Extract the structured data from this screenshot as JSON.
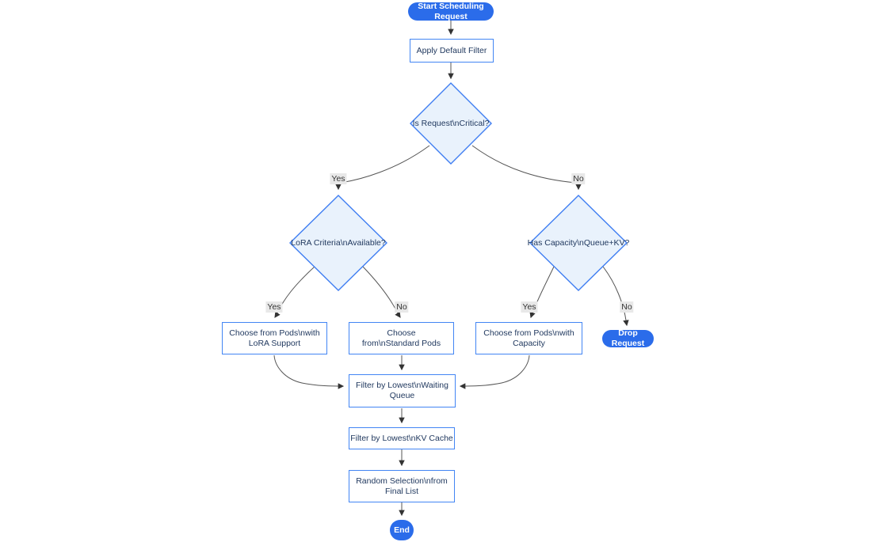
{
  "diagram": {
    "type": "flowchart",
    "colors": {
      "terminal_fill": "#2b6cea",
      "terminal_text": "#ffffff",
      "node_fill": "#ffffff",
      "node_border": "#4285f4",
      "decision_fill": "#e9f2fc",
      "decision_border": "#3f7ef2",
      "text": "#21395f",
      "edge_line": "#555555",
      "edge_label_bg": "#e8e8e8",
      "background": "#ffffff"
    },
    "nodes": {
      "start": {
        "label": "Start Scheduling Request",
        "shape": "stadium"
      },
      "apply_filter": {
        "label": "Apply Default Filter",
        "shape": "rect"
      },
      "is_critical": {
        "label": "Is Request\\nCritical?",
        "shape": "diamond"
      },
      "lora_criteria": {
        "label": "LoRA Criteria\\nAvailable?",
        "shape": "diamond"
      },
      "has_capacity": {
        "label": "Has Capacity\\nQueue+KV?",
        "shape": "diamond"
      },
      "choose_lora": {
        "label": "Choose from Pods\\nwith LoRA Support",
        "shape": "rect"
      },
      "choose_standard": {
        "label": "Choose from\\nStandard Pods",
        "shape": "rect"
      },
      "choose_capacity": {
        "label": "Choose from Pods\\nwith Capacity",
        "shape": "rect"
      },
      "drop_request": {
        "label": "Drop Request",
        "shape": "stadium"
      },
      "filter_waiting": {
        "label": "Filter by Lowest\\nWaiting Queue",
        "shape": "rect"
      },
      "filter_kv": {
        "label": "Filter by Lowest\\nKV Cache",
        "shape": "rect"
      },
      "random_selection": {
        "label": "Random Selection\\nfrom Final List",
        "shape": "rect"
      },
      "end": {
        "label": "End",
        "shape": "circle"
      }
    },
    "edge_labels": {
      "critical_yes": "Yes",
      "critical_no": "No",
      "lora_yes": "Yes",
      "lora_no": "No",
      "capacity_yes": "Yes",
      "capacity_no": "No"
    }
  }
}
